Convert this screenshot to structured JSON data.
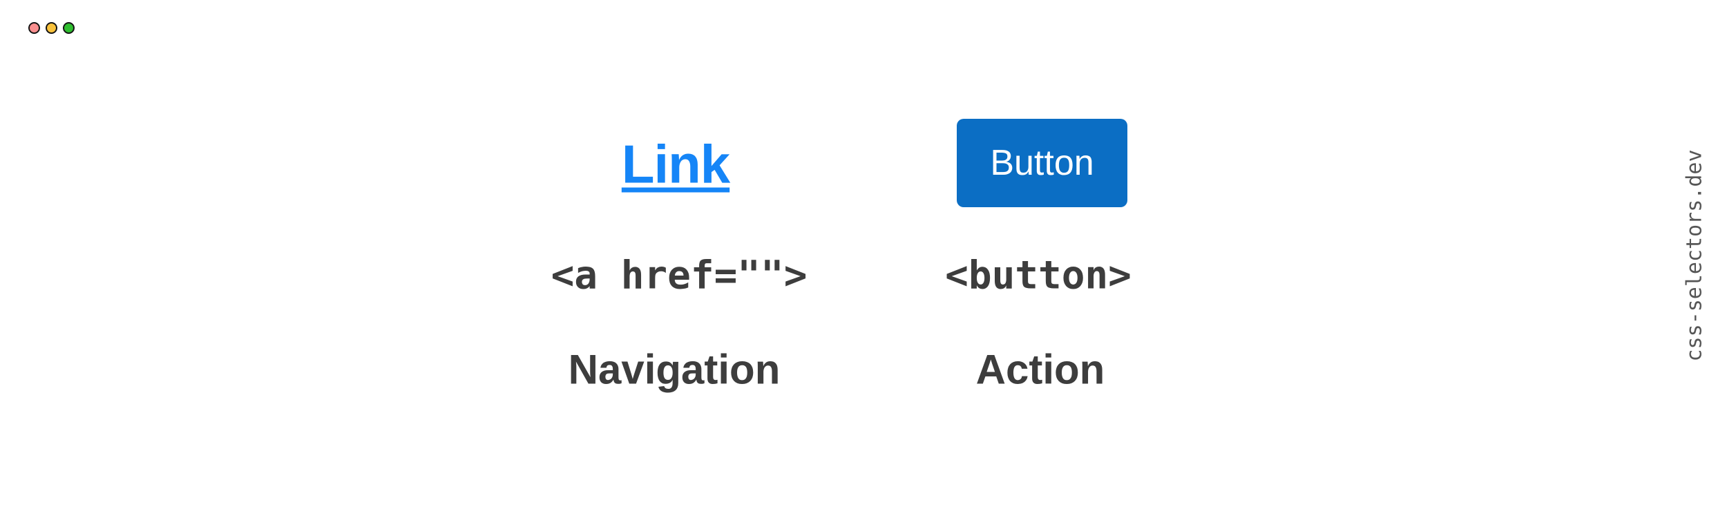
{
  "window": {
    "controls": [
      {
        "name": "close",
        "color": "#f98f8f"
      },
      {
        "name": "minimize",
        "color": "#f9c23c"
      },
      {
        "name": "zoom",
        "color": "#2fbe2f"
      }
    ]
  },
  "comparison": {
    "link": {
      "demo_label": "Link",
      "code": "<a href=\"\">",
      "category": "Navigation"
    },
    "button": {
      "demo_label": "Button",
      "code": "<button>",
      "category": "Action"
    }
  },
  "watermark": {
    "text": "css-selectors.dev"
  },
  "colors": {
    "background": "#ffffff",
    "link_blue": "#1585f7",
    "button_blue": "#0b6ec4",
    "button_text": "#ffffff",
    "code_text": "#3d3d3d",
    "label_text": "#3d3d3d",
    "watermark_text": "#565656",
    "control_border": "#141414"
  }
}
